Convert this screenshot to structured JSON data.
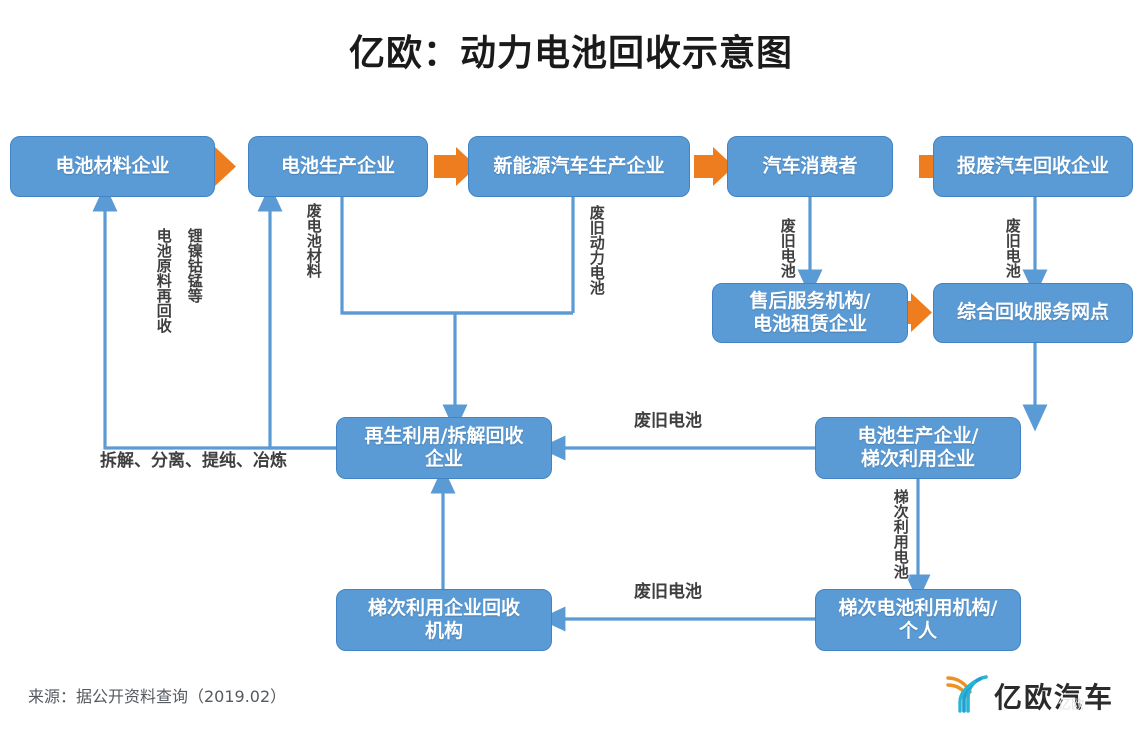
{
  "title": "亿欧：动力电池回收示意图",
  "colors": {
    "node_fill": "#5B9BD5",
    "node_border": "#4183c4",
    "connector": "#5B9BD5",
    "arrow_orange": "#ED7D1F",
    "label_text": "#3f3f3f",
    "title_text": "#1a1a1a",
    "background": "#ffffff"
  },
  "nodes": {
    "battery_material": "电池材料企业",
    "battery_production": "电池生产企业",
    "nev_production": "新能源汽车生产企业",
    "car_consumer": "汽车消费者",
    "scrap_car_recycling": "报废汽车回收企业",
    "after_sales": "售后服务机构/\n电池租赁企业",
    "integrated_service": "综合回收服务网点",
    "regeneration": "再生利用/拆解回收\n企业",
    "battery_prod_cascade": "电池生产企业/\n梯次利用企业",
    "cascade_recycle_org": "梯次利用企业回收\n机构",
    "cascade_use_org": "梯次电池利用机构/\n个人"
  },
  "edge_labels": {
    "li_ni_co_mn": "锂镍钴锰等",
    "raw_material_recycle": "电池原料再回收",
    "waste_battery_material": "废电池材料",
    "waste_power_battery": "废旧动力电池",
    "waste_battery_1": "废旧电池",
    "waste_battery_2": "废旧电池",
    "disassembly_chain": "拆解、分离、提纯、冶炼",
    "waste_battery_mid": "废旧电池",
    "cascade_battery": "梯次利用电池",
    "waste_battery_bottom": "废旧电池"
  },
  "footer": {
    "source": "来源：据公开资料查询（2019.02）",
    "logo_text": "亿欧汽车",
    "watermark": "亿欧"
  },
  "chart_data": {
    "type": "diagram",
    "title": "亿欧：动力电池回收示意图",
    "flow": [
      {
        "from": "电池材料企业",
        "to": "电池生产企业",
        "label": "",
        "style": "orange-arrow"
      },
      {
        "from": "电池生产企业",
        "to": "新能源汽车生产企业",
        "label": "",
        "style": "orange-arrow"
      },
      {
        "from": "新能源汽车生产企业",
        "to": "汽车消费者",
        "label": "",
        "style": "orange-arrow"
      },
      {
        "from": "汽车消费者",
        "to": "报废汽车回收企业",
        "label": "",
        "style": "orange-arrow"
      },
      {
        "from": "汽车消费者",
        "to": "售后服务机构/电池租赁企业",
        "label": "废旧电池",
        "style": "blue-arrow"
      },
      {
        "from": "报废汽车回收企业",
        "to": "综合回收服务网点",
        "label": "废旧电池",
        "style": "blue-arrow"
      },
      {
        "from": "售后服务机构/电池租赁企业",
        "to": "综合回收服务网点",
        "label": "",
        "style": "orange-arrow"
      },
      {
        "from": "综合回收服务网点",
        "to": "电池生产企业/梯次利用企业",
        "label": "",
        "style": "blue-arrow"
      },
      {
        "from": "电池生产企业/梯次利用企业",
        "to": "再生利用/拆解回收企业",
        "label": "废旧电池",
        "style": "blue-arrow"
      },
      {
        "from": "电池生产企业/梯次利用企业",
        "to": "梯次电池利用机构/个人",
        "label": "梯次利用电池",
        "style": "blue-arrow"
      },
      {
        "from": "梯次电池利用机构/个人",
        "to": "梯次利用企业回收机构",
        "label": "废旧电池",
        "style": "blue-arrow"
      },
      {
        "from": "梯次利用企业回收机构",
        "to": "再生利用/拆解回收企业",
        "label": "",
        "style": "blue-arrow"
      },
      {
        "from": "电池生产企业",
        "to": "再生利用/拆解回收企业",
        "label": "废电池材料",
        "style": "blue-line"
      },
      {
        "from": "新能源汽车生产企业",
        "to": "再生利用/拆解回收企业",
        "label": "废旧动力电池",
        "style": "blue-line"
      },
      {
        "from": "再生利用/拆解回收企业",
        "to": "电池材料企业",
        "label": "锂镍钴锰等电池原料再回收 / 拆解、分离、提纯、冶炼",
        "style": "blue-arrow"
      },
      {
        "from": "再生利用/拆解回收企业",
        "to": "电池生产企业",
        "label": "拆解、分离、提纯、冶炼",
        "style": "blue-arrow"
      }
    ]
  }
}
